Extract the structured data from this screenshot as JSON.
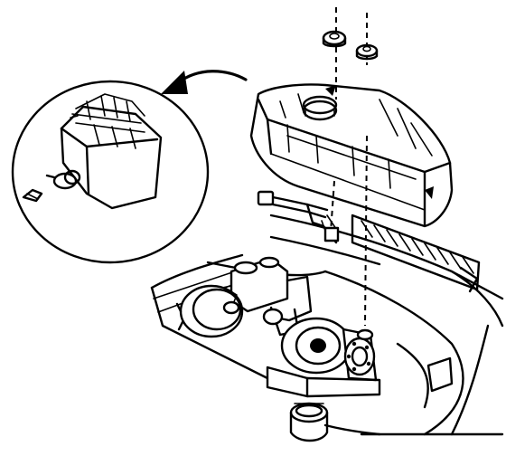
{
  "figure": {
    "kind": "technical line illustration",
    "colors": {
      "ink": "#000000",
      "paper": "#ffffff"
    },
    "parts": [
      "inset-circle-detail",
      "callout-arrow",
      "coolant-reservoir",
      "mounting-nut",
      "wiring-harness",
      "master-cylinder",
      "brake-booster",
      "wheel-hub-assembly",
      "fender-apron",
      "radiator-support"
    ]
  }
}
